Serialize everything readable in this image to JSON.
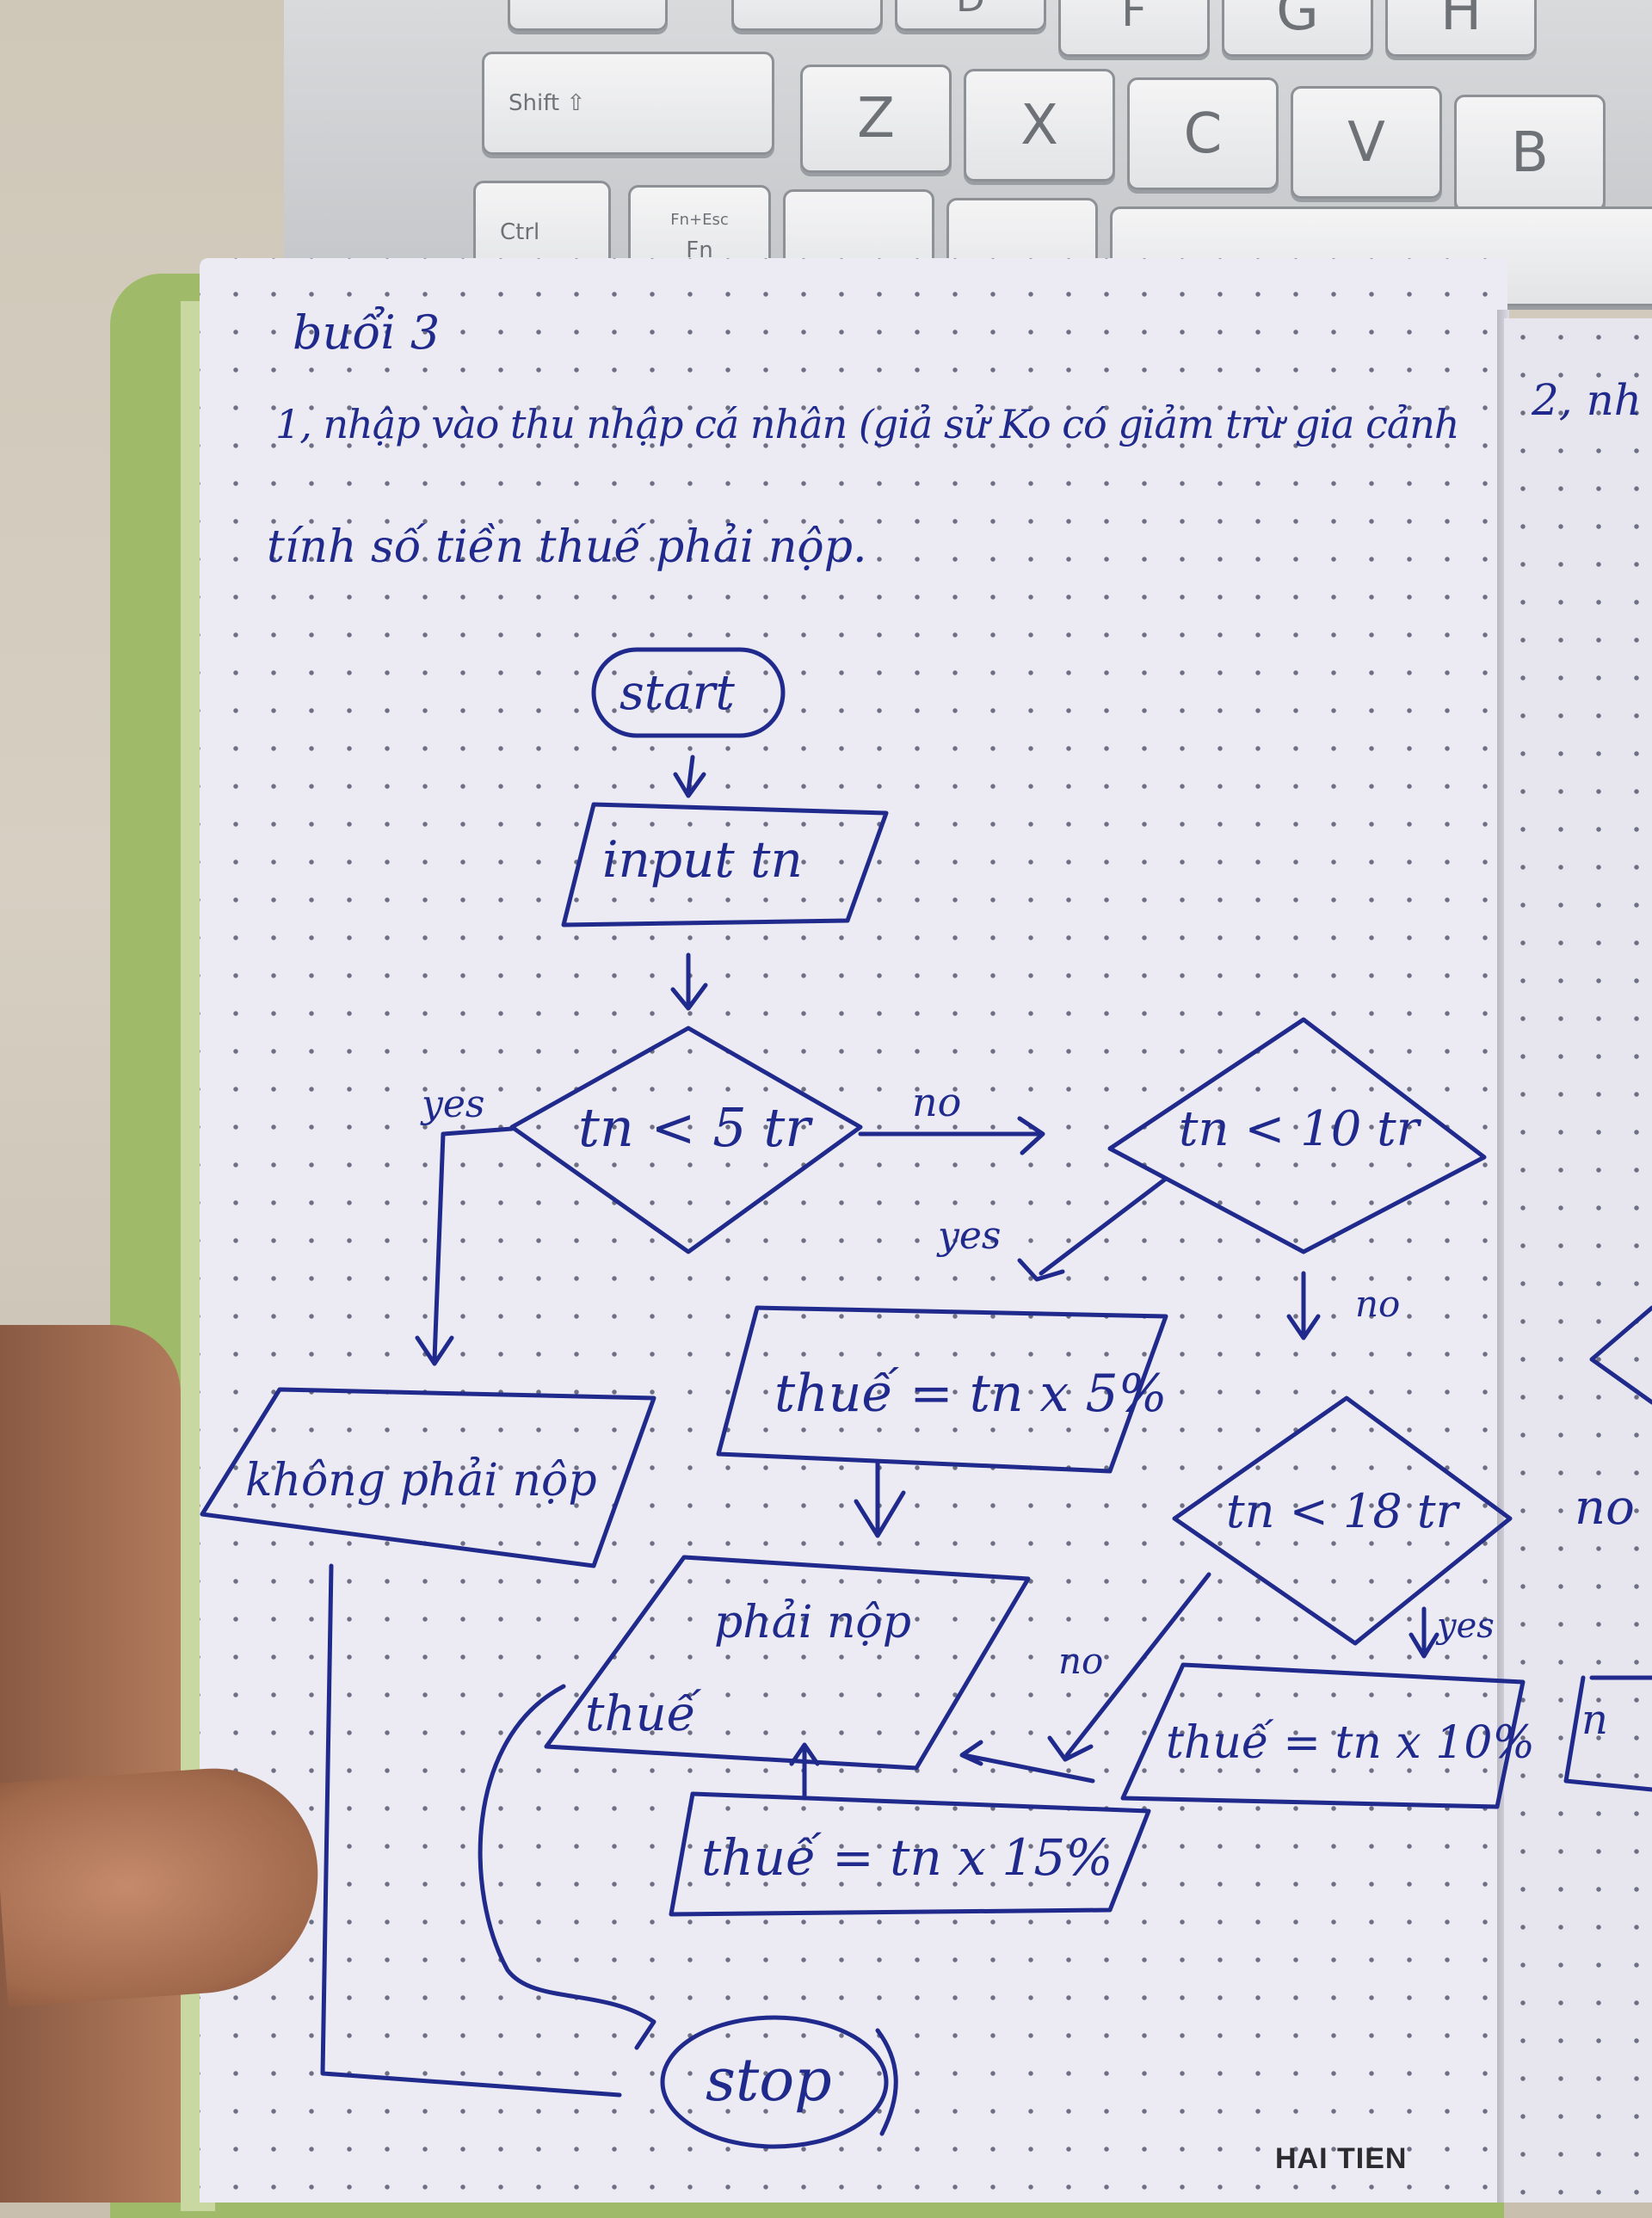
{
  "keyboard": {
    "row_top": [
      "",
      "",
      "D",
      "F",
      "G",
      "H"
    ],
    "row_mid": [
      "Shift ⇧",
      "Z",
      "X",
      "C",
      "V",
      "B"
    ],
    "row_bottom": [
      "Ctrl",
      "Fn",
      "Fn+Esc"
    ]
  },
  "notebook": {
    "heading": "buổi 3",
    "task_line1": "1, nhập vào thu nhập cá nhân (giả sử Ko có giảm trừ gia cảnh",
    "task_line2": "tính số tiền thuế phải nộp.",
    "next_page_task": "2, nh",
    "brand": "HAI TIEN"
  },
  "flowchart": {
    "start": "start",
    "input": "input tn",
    "cond1": "tn < 5 tr",
    "cond2": "tn < 10 tr",
    "cond3": "tn < 18 tr",
    "out_none": "không phải nộp",
    "calc5": "thuế = tn x 5%",
    "calc10": "thuế = tn x 10%",
    "calc15": "thuế = tn x 15%",
    "out_tax_line1": "phải nộp",
    "out_tax_line2": "thuế",
    "stop": "stop",
    "yes": "yes",
    "no": "no"
  },
  "next_page_fragments": {
    "no_label": "no",
    "box": "n"
  },
  "colors": {
    "ink": "#1f2a8c",
    "paper": "#eceaf2",
    "cover": "#9fbb6a"
  }
}
